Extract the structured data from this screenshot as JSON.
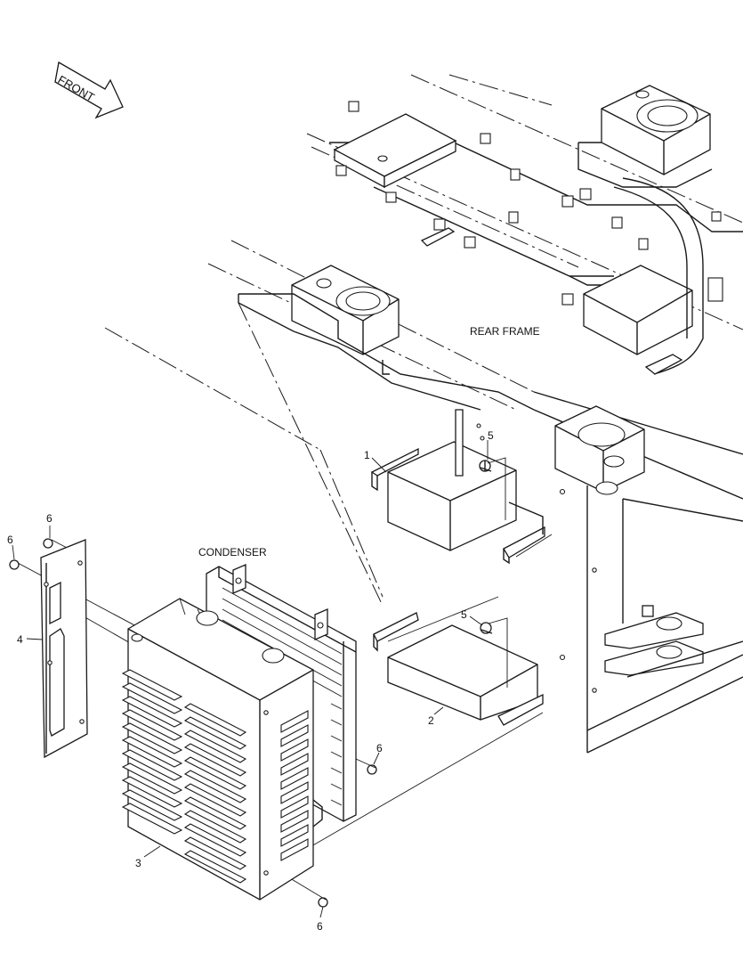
{
  "labels": {
    "front": "FRONT",
    "rear_frame": "REAR FRAME",
    "condenser": "CONDENSER"
  },
  "callouts": {
    "part_1": "1",
    "part_2": "2",
    "part_3": "3",
    "part_4": "4",
    "part_5_upper": "5",
    "part_5_lower": "5",
    "part_6_left_top": "6",
    "part_6_left": "6",
    "part_6_mid": "6",
    "part_6_bottom": "6"
  }
}
